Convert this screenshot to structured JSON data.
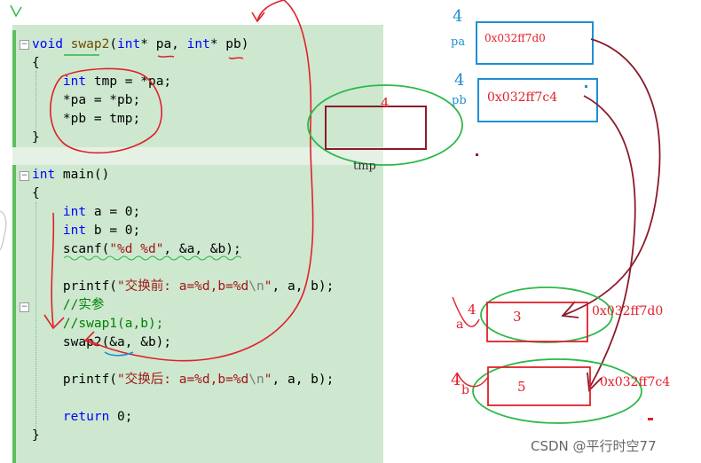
{
  "code_lines": [
    {
      "segments": [
        {
          "t": "void ",
          "c": "kw"
        },
        {
          "t": "swap2",
          "c": "fn"
        },
        {
          "t": "(",
          "c": ""
        },
        {
          "t": "int",
          "c": "kw"
        },
        {
          "t": "* pa, ",
          "c": ""
        },
        {
          "t": "int",
          "c": "kw"
        },
        {
          "t": "* pb)",
          "c": ""
        }
      ]
    },
    {
      "segments": [
        {
          "t": "{",
          "c": ""
        }
      ]
    },
    {
      "segments": [
        {
          "t": "    ",
          "c": ""
        },
        {
          "t": "int",
          "c": "kw"
        },
        {
          "t": " tmp = *pa;",
          "c": ""
        }
      ]
    },
    {
      "segments": [
        {
          "t": "    *pa = *pb;",
          "c": ""
        }
      ]
    },
    {
      "segments": [
        {
          "t": "    *pb = tmp;",
          "c": ""
        }
      ]
    },
    {
      "segments": [
        {
          "t": "}",
          "c": ""
        }
      ]
    },
    {
      "segments": [
        {
          "t": "",
          "c": ""
        }
      ]
    },
    {
      "segments": [
        {
          "t": "int",
          "c": "kw"
        },
        {
          "t": " main()",
          "c": ""
        }
      ]
    },
    {
      "segments": [
        {
          "t": "{",
          "c": ""
        }
      ]
    },
    {
      "segments": [
        {
          "t": "    ",
          "c": ""
        },
        {
          "t": "int",
          "c": "kw"
        },
        {
          "t": " a = 0;",
          "c": ""
        }
      ]
    },
    {
      "segments": [
        {
          "t": "    ",
          "c": ""
        },
        {
          "t": "int",
          "c": "kw"
        },
        {
          "t": " b = 0;",
          "c": ""
        }
      ]
    },
    {
      "segments": [
        {
          "t": "    scanf(",
          "c": ""
        },
        {
          "t": "\"%d %d\"",
          "c": "str"
        },
        {
          "t": ", &a, &b);",
          "c": ""
        }
      ]
    },
    {
      "segments": [
        {
          "t": "",
          "c": ""
        }
      ]
    },
    {
      "segments": [
        {
          "t": "    printf(",
          "c": ""
        },
        {
          "t": "\"交换前: a=%d,b=%d",
          "c": "str"
        },
        {
          "t": "\\n",
          "c": "esc"
        },
        {
          "t": "\"",
          "c": "str"
        },
        {
          "t": ", a, b);",
          "c": ""
        }
      ]
    },
    {
      "segments": [
        {
          "t": "    ",
          "c": ""
        },
        {
          "t": "//实参",
          "c": "cmt"
        }
      ]
    },
    {
      "segments": [
        {
          "t": "    ",
          "c": ""
        },
        {
          "t": "//swap1(a,b);",
          "c": "cmt"
        }
      ]
    },
    {
      "segments": [
        {
          "t": "    swap2(&a, &b);",
          "c": ""
        }
      ]
    },
    {
      "segments": [
        {
          "t": "",
          "c": ""
        }
      ]
    },
    {
      "segments": [
        {
          "t": "    printf(",
          "c": ""
        },
        {
          "t": "\"交换后: a=%d,b=%d",
          "c": "str"
        },
        {
          "t": "\\n",
          "c": "esc"
        },
        {
          "t": "\"",
          "c": "str"
        },
        {
          "t": ", a, b);",
          "c": ""
        }
      ]
    },
    {
      "segments": [
        {
          "t": "",
          "c": ""
        }
      ]
    },
    {
      "segments": [
        {
          "t": "    ",
          "c": ""
        },
        {
          "t": "return",
          "c": "kw"
        },
        {
          "t": " 0;",
          "c": ""
        }
      ]
    },
    {
      "segments": [
        {
          "t": "}",
          "c": ""
        }
      ]
    }
  ],
  "annotations": {
    "pa_label": "pa",
    "pb_label": "pb",
    "pa_value": "0x032ff7d0",
    "pb_value": "0x032ff7c4",
    "tmp_label": "tmp",
    "size_pa": "4",
    "size_pb": "4",
    "size_tmp": "4",
    "size_a": "4",
    "size_b": "4",
    "a_label": "a",
    "b_label": "b",
    "a_value": "3",
    "b_value": "5",
    "a_address": "0x032ff7d0",
    "b_address": "0x032ff7c4"
  },
  "watermark": "CSDN @平行时空77",
  "colors": {
    "editor_bg": "#cde8cf",
    "keyword": "#0000ff",
    "string": "#a31515",
    "comment": "#008000",
    "ink_red": "#e0202a",
    "ink_green": "#2db84a",
    "ink_darkred": "#8b1a2a",
    "ink_blue": "#1e8fd4"
  }
}
